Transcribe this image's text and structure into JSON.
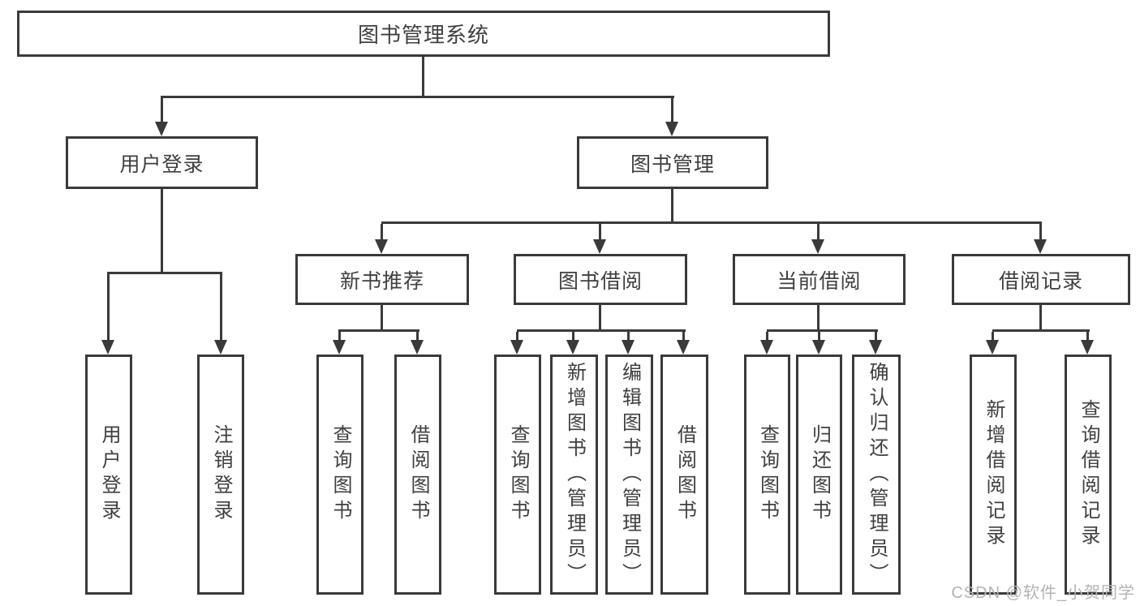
{
  "diagram": {
    "title": {
      "label": "图书管理系统"
    },
    "level2": [
      {
        "label": "用户登录"
      },
      {
        "label": "图书管理"
      }
    ],
    "level3": [
      {
        "label": "新书推荐"
      },
      {
        "label": "图书借阅"
      },
      {
        "label": "当前借阅"
      },
      {
        "label": "借阅记录"
      }
    ],
    "leaves": {
      "user_login": [
        {
          "label": "用户登录"
        },
        {
          "label": "注销登录"
        }
      ],
      "new_book_recommend": [
        {
          "label": "查询图书"
        },
        {
          "label": "借阅图书"
        }
      ],
      "book_borrow": [
        {
          "label": "查询图书"
        },
        {
          "label": "新增图书（管理员）"
        },
        {
          "label": "编辑图书（管理员）"
        },
        {
          "label": "借阅图书"
        }
      ],
      "current_borrow": [
        {
          "label": "查询图书"
        },
        {
          "label": "归还图书"
        },
        {
          "label": "确认归还（管理员）"
        }
      ],
      "borrow_record": [
        {
          "label": "新增借阅记录"
        },
        {
          "label": "查询借阅记录"
        }
      ]
    },
    "watermark": "CSDN @软件_小贺同学",
    "colors": {
      "line": "#3a3a3a",
      "text": "#3f3f3f",
      "watermark": "#b3b3b3",
      "background": "#ffffff"
    }
  }
}
